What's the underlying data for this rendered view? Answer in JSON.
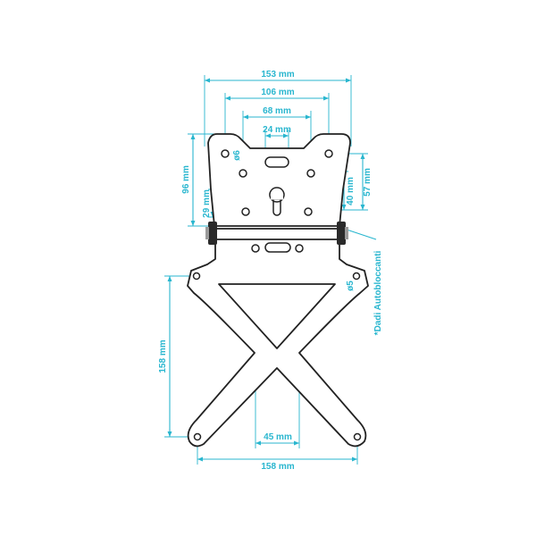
{
  "colors": {
    "dimension": "#29b6cf",
    "outline": "#222222",
    "background": "#ffffff"
  },
  "dimensions": {
    "top_width": "153 mm",
    "hole_span_outer": "106 mm",
    "hole_span_mid": "68 mm",
    "slot_width": "24 mm",
    "left_height": "96 mm",
    "left_height_small": "29 mm",
    "right_height": "57 mm",
    "right_height_small": "40 mm",
    "hole_diameter_top": "ø6",
    "hole_diameter_bottom": "ø5",
    "frame_height": "158 mm",
    "frame_width": "158 mm",
    "lower_hole_span": "45 mm"
  },
  "labels": {
    "nuts_note": "*Dadi Autobloccanti"
  }
}
